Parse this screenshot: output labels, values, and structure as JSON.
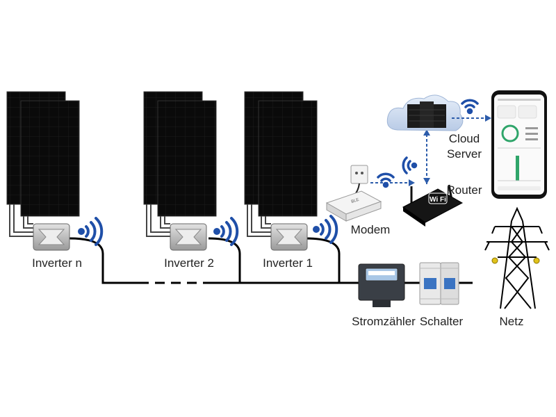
{
  "labels": {
    "inverter_n": "Inverter n",
    "inverter_2": "Inverter 2",
    "inverter_1": "Inverter 1",
    "modem": "Modem",
    "router": "Router",
    "cloud_server": "Cloud\nServer",
    "meter": "Stromzähler",
    "switch": "Schalter",
    "grid": "Netz"
  },
  "devices": {
    "router_badge": "Wi Fi",
    "modem_badge": "BLE"
  },
  "colors": {
    "panel": "#0b0b0b",
    "panel_grid": "#1e1e1e",
    "wire": "#000000",
    "wifi": "#1f4fa8",
    "link": "#2c5cab",
    "cloud": "#cfdcef",
    "app_accent": "#2fa56a"
  }
}
